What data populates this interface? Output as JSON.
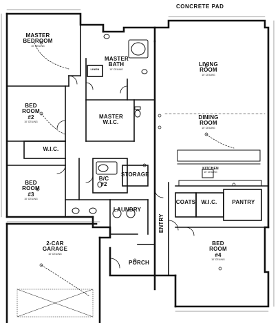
{
  "site": {
    "top_label": "CONCRETE PAD"
  },
  "rooms": {
    "master_bedroom": {
      "name_line1": "MASTER",
      "name_line2": "BEDROOM",
      "ceiling": "10' CEILING"
    },
    "master_bath": {
      "name_line1": "MASTER",
      "name_line2": "BATH",
      "ceiling": "10' CEILING"
    },
    "linen": {
      "name": "LINEN"
    },
    "master_wic": {
      "name_line1": "MASTER",
      "name_line2": "W.I.C."
    },
    "living_room": {
      "name_line1": "LIVING",
      "name_line2": "ROOM",
      "ceiling": "10' CEILING"
    },
    "dining_room": {
      "name_line1": "DINING",
      "name_line2": "ROOM",
      "ceiling": "10' CEILING"
    },
    "bed2": {
      "name_line1": "BED",
      "name_line2": "ROOM",
      "name_line3": "#2",
      "ceiling": "10' CEILING"
    },
    "wic_small": {
      "name": "W.I.C."
    },
    "bed3": {
      "name_line1": "BED",
      "name_line2": "ROOM",
      "name_line3": "#3",
      "ceiling": "10' CEILING"
    },
    "bath2": {
      "name_line1": "B/C",
      "name_line2": "#2"
    },
    "storage": {
      "name": "STORAGE"
    },
    "kitchen": {
      "name": "KITCHEN",
      "ceiling": "10' CEILING"
    },
    "coats": {
      "name": "COATS"
    },
    "wic_kitchen": {
      "name": "W.I.C."
    },
    "pantry": {
      "name": "PANTRY"
    },
    "laundry": {
      "name": "LAUNDRY"
    },
    "entry": {
      "name": "ENTRY"
    },
    "garage": {
      "name_line1": "2-CAR",
      "name_line2": "GARAGE",
      "ceiling": "10' CEILING"
    },
    "porch": {
      "name": "PORCH"
    },
    "bed4": {
      "name_line1": "BED",
      "name_line2": "ROOM",
      "name_line3": "#4",
      "ceiling": "10' CEILING"
    }
  }
}
